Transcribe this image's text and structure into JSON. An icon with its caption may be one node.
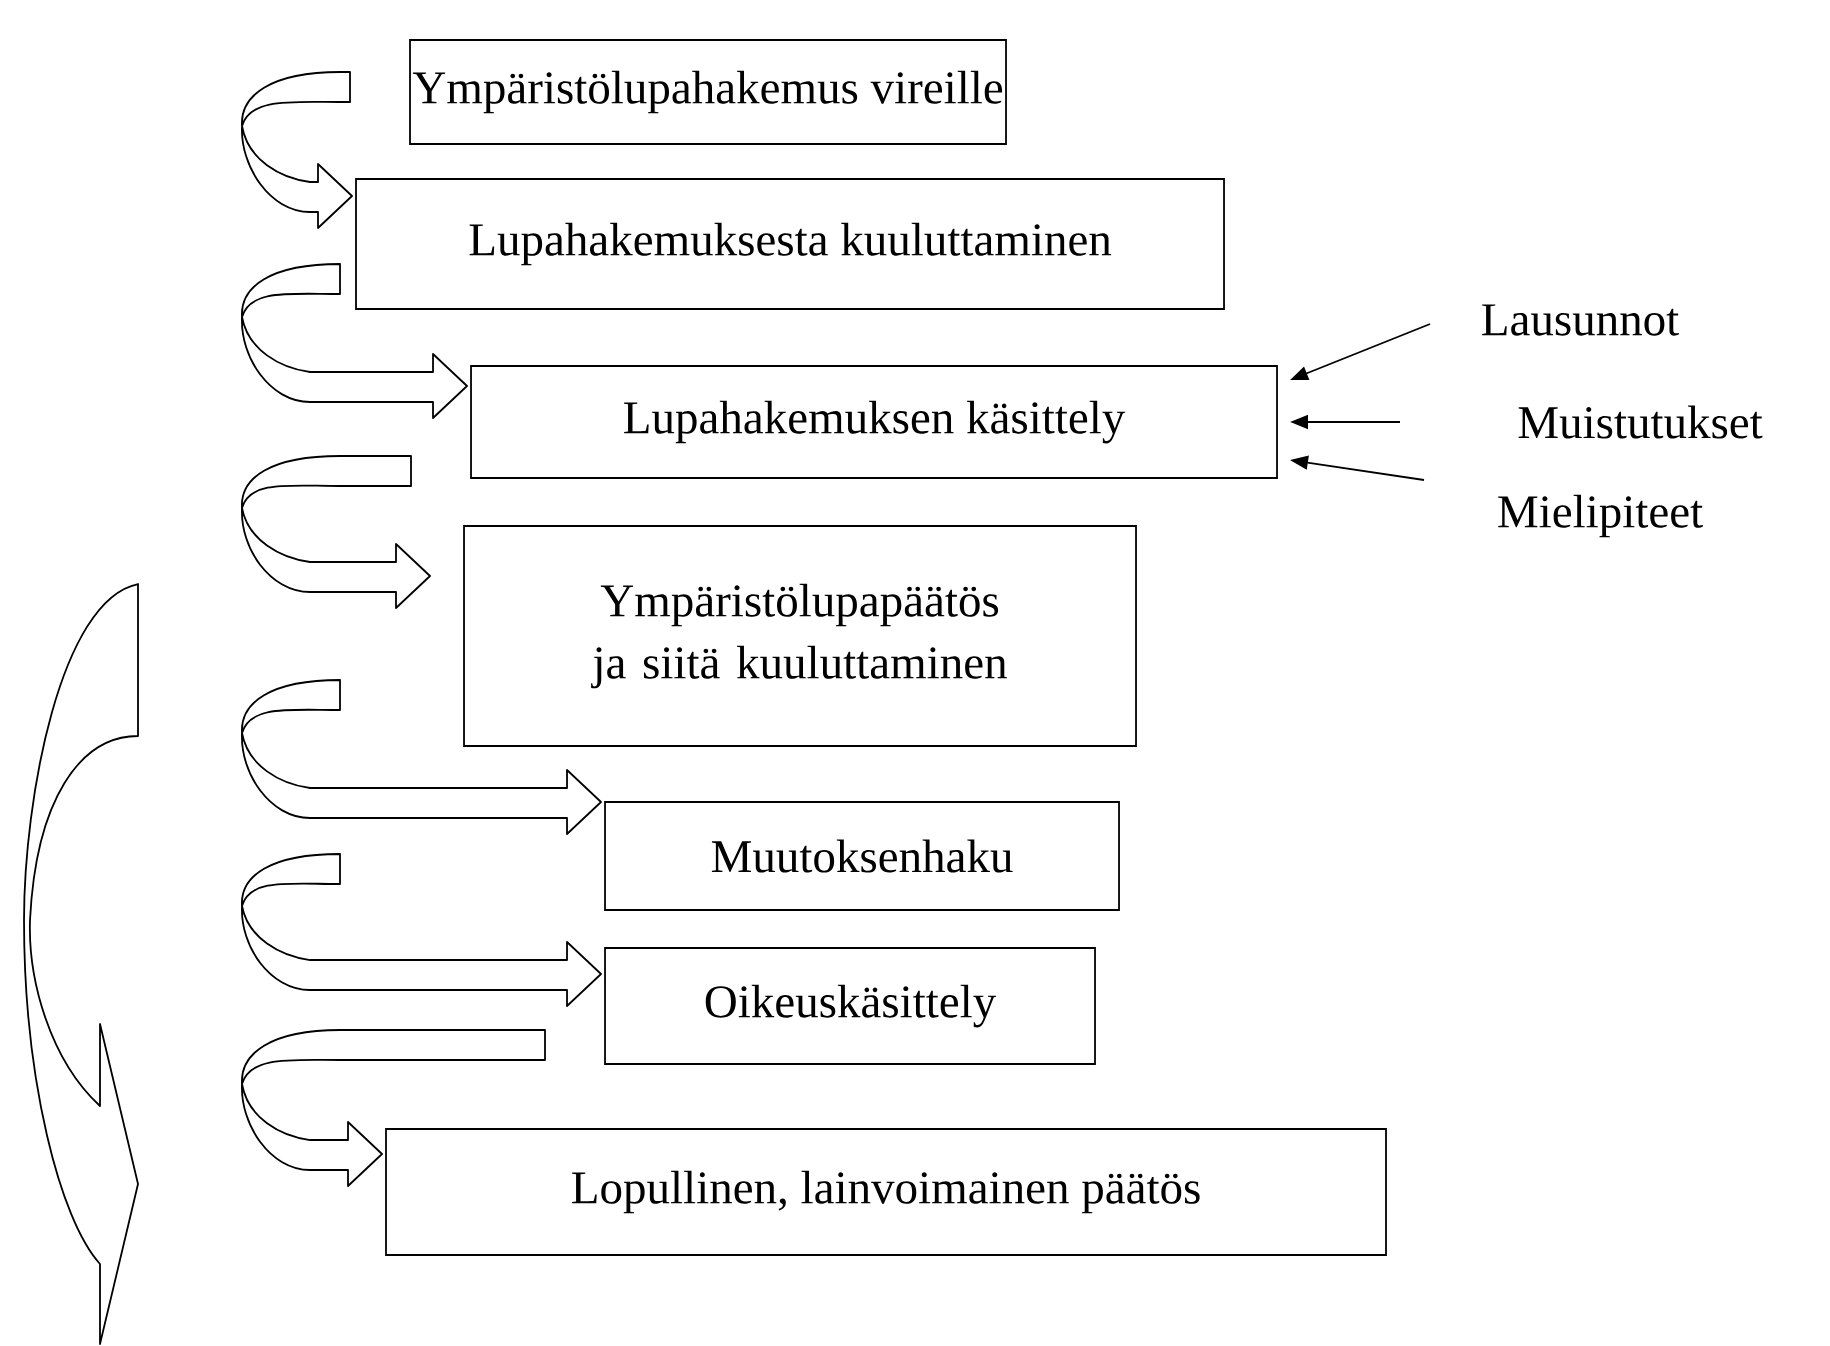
{
  "diagram": {
    "nodes": [
      {
        "text": [
          "Ympäristölupahakemus vireille"
        ]
      },
      {
        "text": [
          "Lupahakemuksesta kuuluttaminen"
        ]
      },
      {
        "text": [
          "Lupahakemuksen käsittely"
        ]
      },
      {
        "text": [
          "Ympäristölupapäätös ja siitä kuuluttaminen"
        ]
      },
      {
        "text": [
          "Muutoksenhaku"
        ]
      },
      {
        "text": [
          "Oikeuskäsittely"
        ]
      },
      {
        "text": [
          "Lopullinen, lainvoimainen päätös"
        ]
      },
      {
        "text": [
          "Lausunnot"
        ]
      },
      {
        "text": [
          "Muistutukset"
        ]
      },
      {
        "text": [
          "Mielipiteet"
        ]
      }
    ],
    "edges": [
      {
        "from": 0,
        "to": 1,
        "arrow": "to"
      },
      {
        "from": 1,
        "to": 2,
        "arrow": "to"
      },
      {
        "from": 2,
        "to": 3,
        "arrow": "to"
      },
      {
        "from": 3,
        "to": 4,
        "arrow": "to"
      },
      {
        "from": 4,
        "to": 5,
        "arrow": "to"
      },
      {
        "from": 5,
        "to": 6,
        "arrow": "to"
      },
      {
        "from": 3,
        "to": 6,
        "arrow": "to"
      },
      {
        "from": 7,
        "to": 2,
        "arrow": "to"
      },
      {
        "from": 8,
        "to": 2,
        "arrow": "to"
      },
      {
        "from": 9,
        "to": 2,
        "arrow": "to"
      }
    ]
  }
}
